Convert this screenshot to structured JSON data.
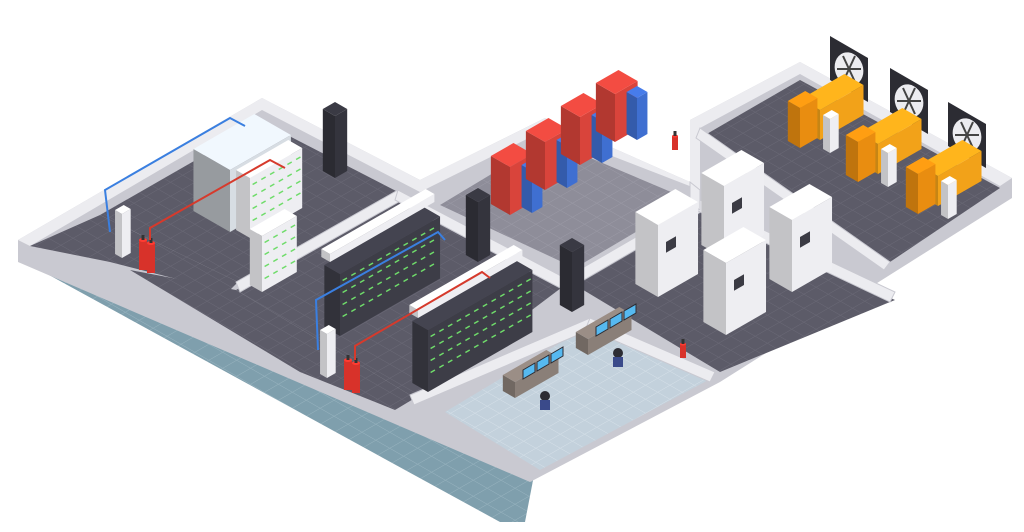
{
  "colors": {
    "background": "#ffffff",
    "outer_floor": "#7f9fad",
    "outer_floor_grid": "#9bb6c2",
    "room_floor": "#5c5b68",
    "room_floor_grid": "#6c6b78",
    "corridor_floor": "#8e8d99",
    "control_room_floor": "#c3d1dc",
    "wall_top": "#ececf0",
    "wall_side": "#c9c9d1",
    "wall_dark": "#a9a9b3",
    "server_rack": "#3d3d47",
    "server_light": "#6fdc6a",
    "cabinet_white": "#eeeef2",
    "ups_red": "#d9443b",
    "battery_blue": "#3f6fd1",
    "generator_orange": "#f2a219",
    "fan_black": "#2c2c33",
    "extinguisher_red": "#d8322a",
    "pipe_blue": "#3a7fe0",
    "pipe_red": "#d63a2c",
    "monitor_blue": "#56b9f0"
  },
  "scene": {
    "elements": [
      "cold-aisle-containment",
      "server-racks",
      "ups-units",
      "battery-cabinets",
      "cooling-units",
      "generators",
      "exhaust-fans",
      "control-room",
      "fire-suppression"
    ]
  }
}
